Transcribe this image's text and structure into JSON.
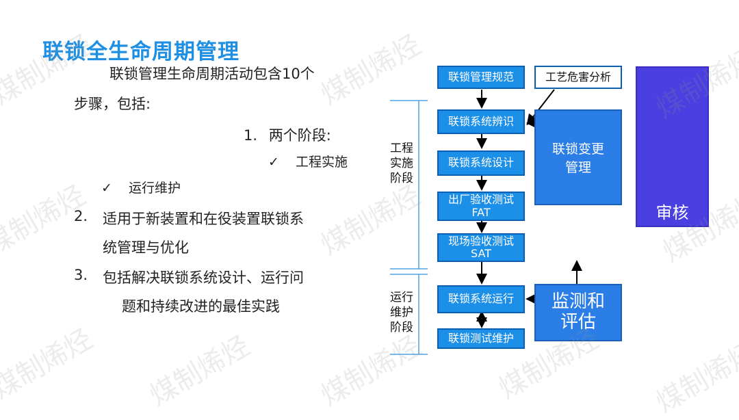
{
  "title": "联锁全生命周期管理",
  "intro_line1": "联锁管理生命周期活动包含10个",
  "intro_line2": "步骤，包括:",
  "item1_num": "1.",
  "item1_text": "两个阶段:",
  "check1": "✓",
  "sub1": "工程实施",
  "check2": "✓",
  "sub2": "运行维护",
  "item2_num": "2.",
  "item2_line1": "适用于新装置和在役装置联锁系",
  "item2_line2": "统管理与优化",
  "item3_num": "3.",
  "item3_line1": "包括解决联锁系统设计、运行问",
  "item3_line2": "题和持续改进的最佳实践",
  "diagram": {
    "box_spec": "联锁管理规范",
    "box_hazard": "工艺危害分析",
    "box_identify": "联锁系统辨识",
    "box_design": "联锁系统设计",
    "box_fat_1": "出厂验收测试",
    "box_fat_2": "FAT",
    "box_sat_1": "现场验收测试",
    "box_sat_2": "SAT",
    "box_run": "联锁系统运行",
    "box_maint": "联锁测试维护",
    "box_change_1": "联锁变更",
    "box_change_2": "管理",
    "box_monitor_1": "监测和",
    "box_monitor_2": "评估",
    "box_audit": "审核",
    "phase1_1": "工程",
    "phase1_2": "实施",
    "phase1_3": "阶段",
    "phase2_1": "运行",
    "phase2_2": "维护",
    "phase2_3": "阶段"
  },
  "watermark": "煤制烯烃",
  "colors": {
    "title": "#1f8fe3",
    "box": "#1c8fe8",
    "big_box": "#2b7ee6",
    "audit": "#4a3fe0",
    "phase_line": "#4aa3e8"
  }
}
